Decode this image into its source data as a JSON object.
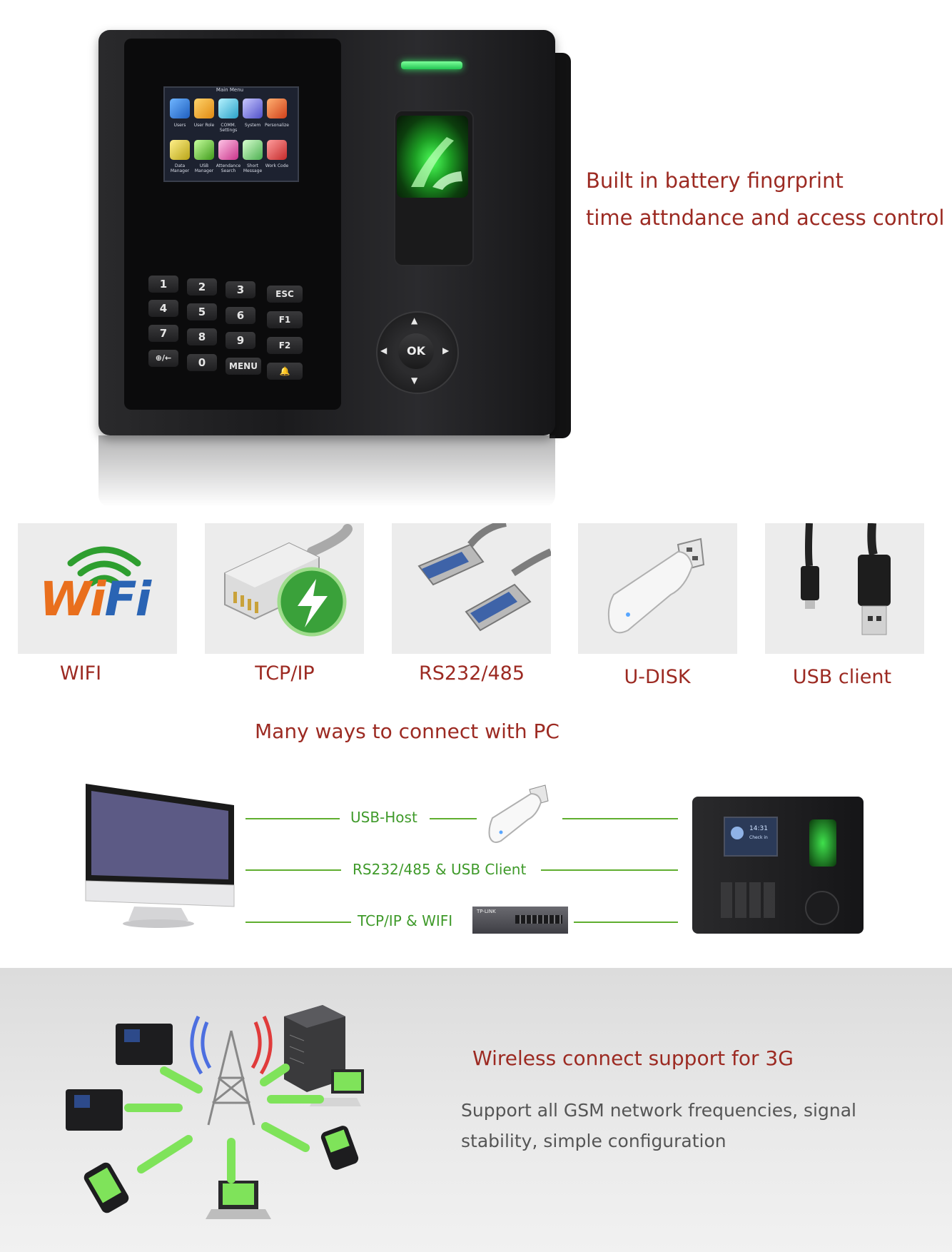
{
  "hero": {
    "line1": "Built in battery fingrprint",
    "line2": "time attndance and access control",
    "device": {
      "screen_title": "Main Menu",
      "menu_items": [
        "Users",
        "User Role",
        "COMM. Settings",
        "System",
        "Personalize",
        "Data Manager",
        "USB Manager",
        "Attendance Search",
        "Short Message",
        "Work Code"
      ],
      "keys": [
        "1",
        "2",
        "3",
        "ESC",
        "4",
        "5",
        "6",
        "F1",
        "7",
        "8",
        "9",
        "F2",
        "⊕/←",
        "0",
        "MENU",
        "🔔"
      ],
      "ok_label": "OK"
    }
  },
  "connections": {
    "tiles": [
      {
        "label": "WIFI",
        "logo_text": "WiFi"
      },
      {
        "label": "TCP/IP"
      },
      {
        "label": "RS232/485"
      },
      {
        "label": "U-DISK"
      },
      {
        "label": "USB client"
      }
    ],
    "caption": "Many ways to connect with PC"
  },
  "diagram": {
    "links": [
      "USB-Host",
      "RS232/485 & USB Client",
      "TCP/IP & WIFI"
    ],
    "device_screen_time": "14:31",
    "device_screen_status": "Check in",
    "switch_brand": "TP-LINK"
  },
  "wireless": {
    "title": "Wireless connect support for 3G",
    "body_line1": "Support  all GSM network frequencies, signal",
    "body_line2": "stability, simple configuration"
  },
  "colors": {
    "accent_red": "#9c2a22",
    "link_green": "#5fae2f",
    "wifi_orange": "#e96f1d",
    "wifi_blue": "#2a64b4",
    "wifi_green": "#2e9e2f",
    "arrow_green": "#7fe35a"
  }
}
